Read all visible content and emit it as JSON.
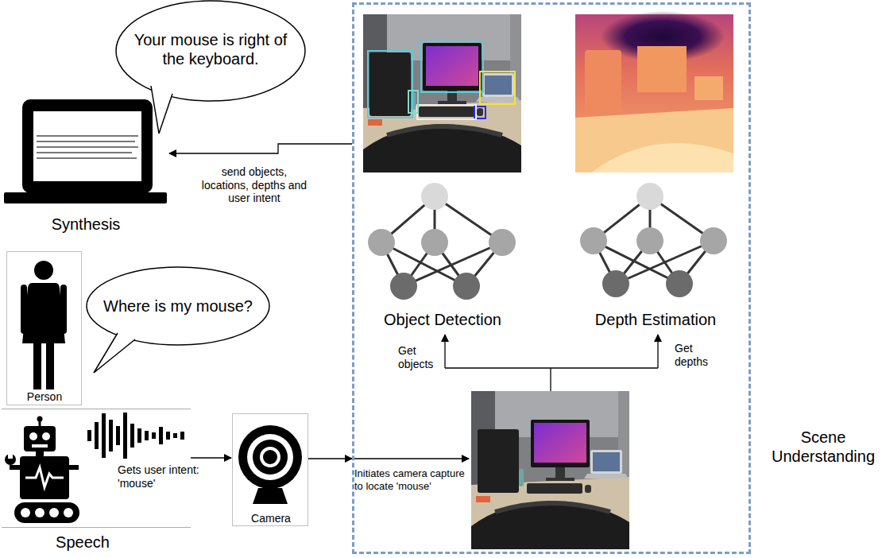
{
  "diagram": {
    "nodes": [
      {
        "text": [
          "Your mouse is right of the keyboard."
        ]
      },
      {
        "text": [
          "Synthesis"
        ]
      },
      {
        "text": [
          "Person"
        ]
      },
      {
        "text": [
          "Where is my mouse?"
        ]
      },
      {
        "text": [
          "Speech"
        ]
      },
      {
        "text": [
          "Camera"
        ]
      },
      {
        "text": [
          "Scene Understanding"
        ]
      },
      {
        "text": [
          "Object Detection"
        ],
        "in": 6
      },
      {
        "text": [
          "Depth Estimation"
        ],
        "in": 6
      }
    ],
    "edges": [
      {
        "from": 4,
        "to": 5,
        "label": "Gets user intent: 'mouse'",
        "arrow": "to"
      },
      {
        "from": 5,
        "to": 6,
        "label": "Initiates camera capture to locate 'mouse'",
        "arrow": "to"
      },
      {
        "from": 6,
        "to": 1,
        "label": "send objects, locations, depths and user intent",
        "arrow": "to"
      }
    ],
    "labels": [
      "Get objects",
      "Get depths"
    ]
  }
}
